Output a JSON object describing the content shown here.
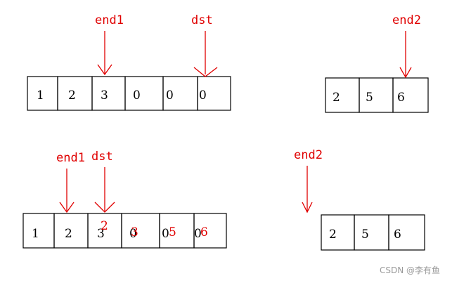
{
  "colors": {
    "pointer": "#e00000",
    "cell_border": "#000000",
    "watermark": "#9a9a9a"
  },
  "top": {
    "array1": [
      "1",
      "2",
      "3",
      "0",
      "0",
      "0"
    ],
    "array2": [
      "2",
      "5",
      "6"
    ],
    "labels": {
      "end1": "end1",
      "dst": "dst",
      "end2": "end2"
    }
  },
  "bottom": {
    "array1": [
      "1",
      "2",
      "3",
      "0",
      "0",
      "0"
    ],
    "overlays": [
      "2",
      "3",
      "5",
      "6"
    ],
    "array2": [
      "2",
      "5",
      "6"
    ],
    "labels": {
      "end1": "end1",
      "dst": "dst",
      "end2": "end2"
    }
  },
  "watermark": "CSDN @李有鱼"
}
